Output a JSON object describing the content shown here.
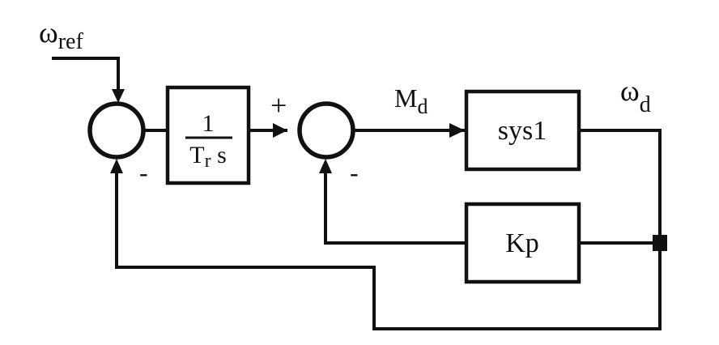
{
  "diagram": {
    "input_label": {
      "base": "ω",
      "sub": "ref"
    },
    "output_label": {
      "base": "ω",
      "sub": "d"
    },
    "signal_label": {
      "base": "M",
      "sub": "d"
    },
    "blocks": {
      "integrator": {
        "numerator": "1",
        "denominator_main": "T",
        "denominator_sub": "r",
        "denominator_var": "s"
      },
      "plant": {
        "label": "sys1"
      },
      "gain": {
        "label": "Kp"
      }
    },
    "signs": {
      "sum1_feedback": "-",
      "sum2_input": "+",
      "sum2_feedback": "-"
    },
    "colors": {
      "stroke": "#111111",
      "background": "#ffffff"
    }
  }
}
